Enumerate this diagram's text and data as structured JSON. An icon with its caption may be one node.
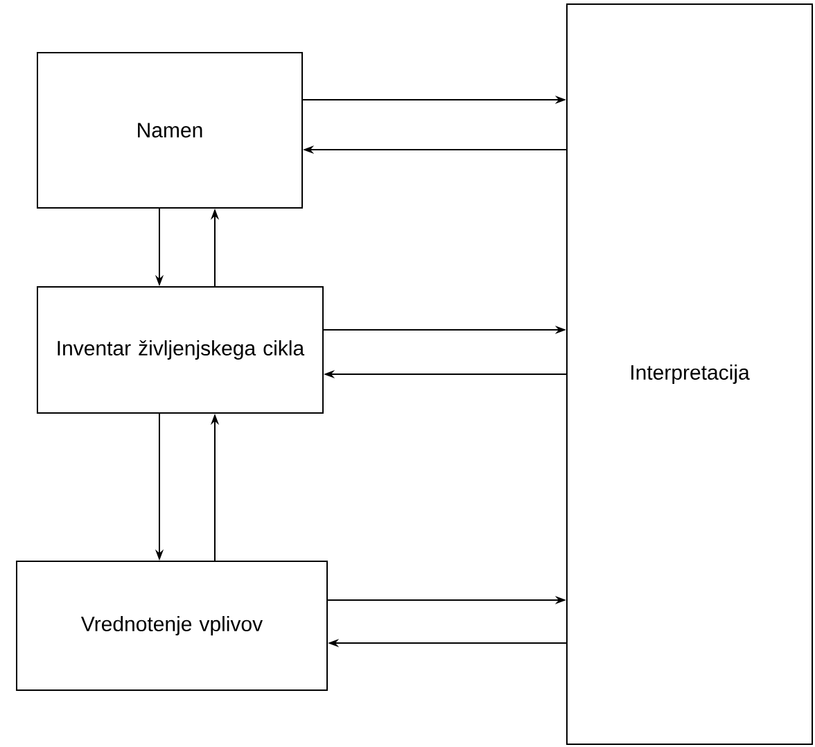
{
  "diagram": {
    "nodes": [
      {
        "text": [
          "Namen"
        ]
      },
      {
        "text": [
          "Inventar življenjskega cikla"
        ]
      },
      {
        "text": [
          "Vrednotenje vplivov"
        ]
      },
      {
        "text": [
          "Interpretacija"
        ]
      }
    ],
    "edges": [
      {
        "from": 0,
        "to": 3,
        "arrow": "to"
      },
      {
        "from": 3,
        "to": 0,
        "arrow": "to"
      },
      {
        "from": 0,
        "to": 1,
        "arrow": "to"
      },
      {
        "from": 1,
        "to": 0,
        "arrow": "to"
      },
      {
        "from": 1,
        "to": 3,
        "arrow": "to"
      },
      {
        "from": 3,
        "to": 1,
        "arrow": "to"
      },
      {
        "from": 1,
        "to": 2,
        "arrow": "to"
      },
      {
        "from": 2,
        "to": 1,
        "arrow": "to"
      },
      {
        "from": 2,
        "to": 3,
        "arrow": "to"
      },
      {
        "from": 3,
        "to": 2,
        "arrow": "to"
      }
    ]
  }
}
